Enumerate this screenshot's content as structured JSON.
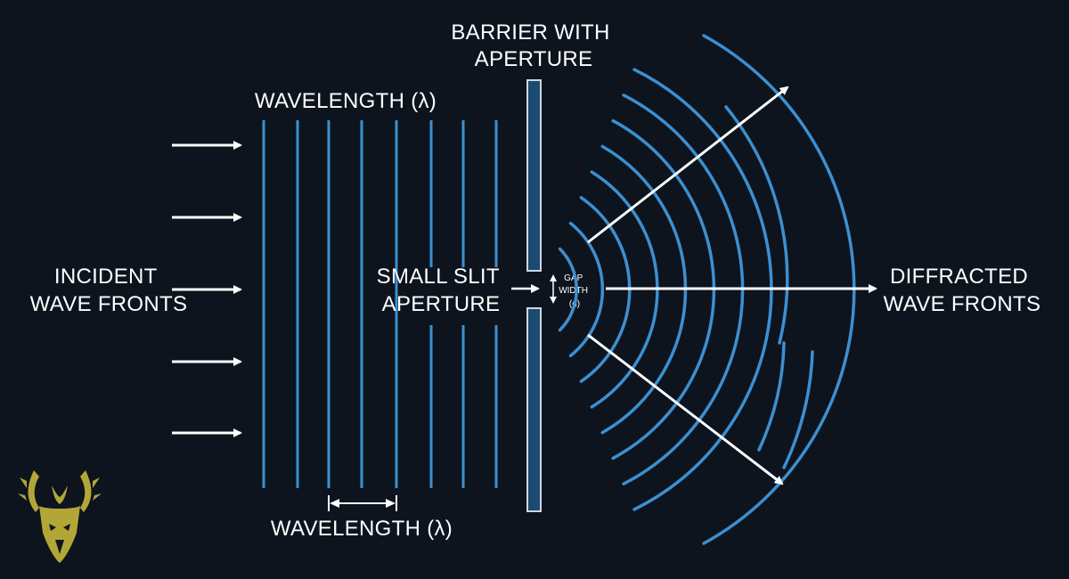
{
  "labels": {
    "incident": [
      "INCIDENT",
      "WAVE FRONTS"
    ],
    "wavelength_top": "WAVELENGTH (λ)",
    "wavelength_bottom": "WAVELENGTH (λ)",
    "barrier": [
      "BARRIER WITH",
      "APERTURE"
    ],
    "slit": [
      "SMALL SLIT",
      "APERTURE"
    ],
    "gap": [
      "GAP",
      "WIDTH",
      "(d)"
    ],
    "diffracted": [
      "DIFFRACTED",
      "WAVE FRONTS"
    ]
  },
  "colors": {
    "background": "#0d141e",
    "wave": "#3d8fd0",
    "barrier_fill": "#1d4a6e",
    "barrier_stroke": "#c9d8e6",
    "arrow": "#ffffff",
    "logo": "#b4a636"
  },
  "logo": {
    "icon": "stag-antlers-logo-icon"
  }
}
